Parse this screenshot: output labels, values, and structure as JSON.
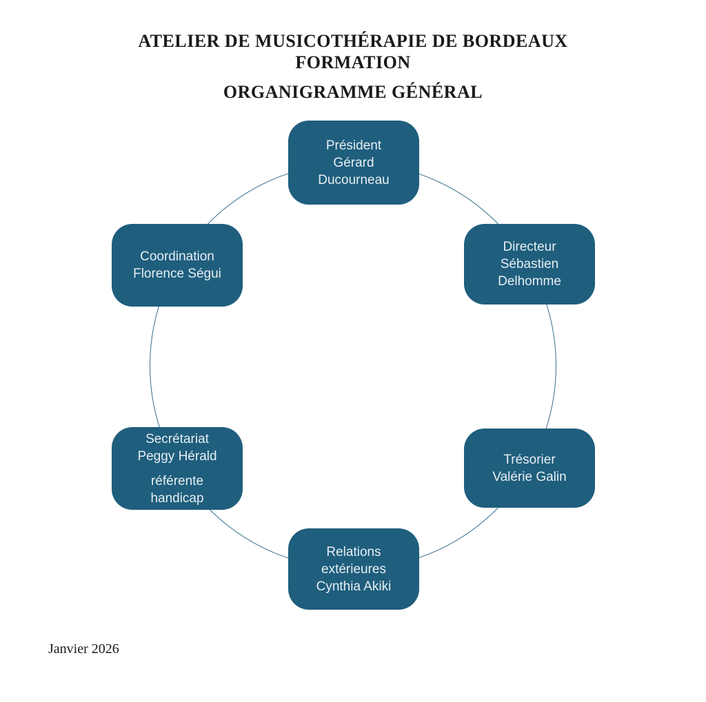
{
  "header": {
    "title_line1": "ATELIER DE MUSICOTHÉRAPIE DE BORDEAUX",
    "title_line2": "FORMATION",
    "subtitle": "ORGANIGRAMME GÉNÉRAL"
  },
  "diagram": {
    "shape": "circle-cycle",
    "boxes": [
      {
        "id": "president",
        "position": "top",
        "text": "Président\nGérard\nDucourneau"
      },
      {
        "id": "directeur",
        "position": "top-right",
        "text": "Directeur\nSébastien\nDelhomme"
      },
      {
        "id": "tresorier",
        "position": "bottom-right",
        "text": "Trésorier\nValérie Galin"
      },
      {
        "id": "relations",
        "position": "bottom",
        "text": "Relations\nextérieures\nCynthia Akiki"
      },
      {
        "id": "secretariat",
        "position": "bottom-left",
        "text": "Secrétariat\nPeggy Hérald",
        "text2": "référente\nhandicap"
      },
      {
        "id": "coordination",
        "position": "top-left",
        "text": "Coordination\nFlorence Ségui"
      }
    ]
  },
  "footer": {
    "date": "Janvier 2026"
  },
  "colors": {
    "box_fill": "#1F5E7D",
    "box_text": "#E7EEF2",
    "circle_stroke": "#366F8E",
    "title_text": "#1A1A1A",
    "page_background": "#FFFFFF"
  }
}
